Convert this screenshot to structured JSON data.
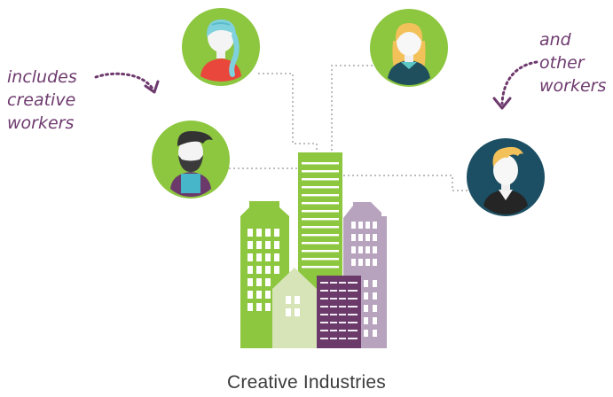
{
  "annotations": {
    "left_lines": [
      "includes",
      "creative",
      "workers"
    ],
    "right_lines": [
      "and",
      "other",
      "workers"
    ]
  },
  "caption": "Creative Industries",
  "colors": {
    "accent_purple": "#6e3a6e",
    "avatar_green": "#8dc63f",
    "avatar_navy": "#1c4f63",
    "building_green": "#8dc63f",
    "building_light_green": "#d6e4b8",
    "building_lilac": "#b7a3bd",
    "building_purple": "#6b3a6b",
    "connector": "#bdbdbd"
  },
  "people": [
    {
      "icon": "woman-blue-hair-braid-icon",
      "style": "creative"
    },
    {
      "icon": "woman-blonde-hair-icon",
      "style": "creative"
    },
    {
      "icon": "bearded-man-icon",
      "style": "creative"
    },
    {
      "icon": "blond-man-icon",
      "style": "other"
    }
  ]
}
